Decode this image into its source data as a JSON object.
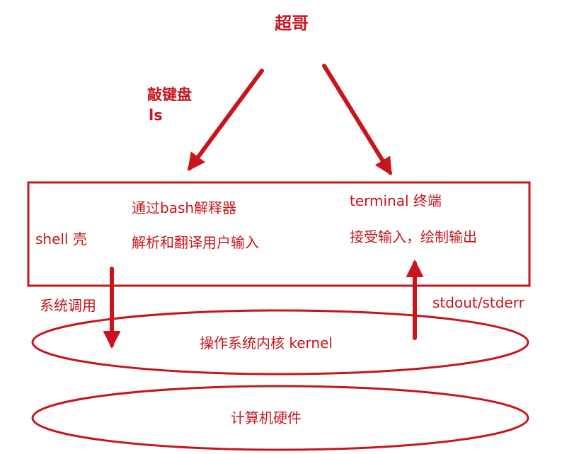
{
  "colors": {
    "accent": "#c8141c",
    "background": "#ffffff"
  },
  "user": {
    "label": "超哥"
  },
  "keyboard": {
    "action": "敲键盘",
    "command": "ls"
  },
  "shell_box": {
    "shell_label": "shell 壳",
    "interpreter_line1": "通过bash解释器",
    "interpreter_line2": "解析和翻译用户输入",
    "terminal_line1": "terminal 终端",
    "terminal_line2": "接受输入，绘制输出"
  },
  "flows": {
    "syscall": "系统调用",
    "output": "stdout/stderr"
  },
  "kernel": {
    "label": "操作系统内核 kernel"
  },
  "hardware": {
    "label": "计算机硬件"
  }
}
